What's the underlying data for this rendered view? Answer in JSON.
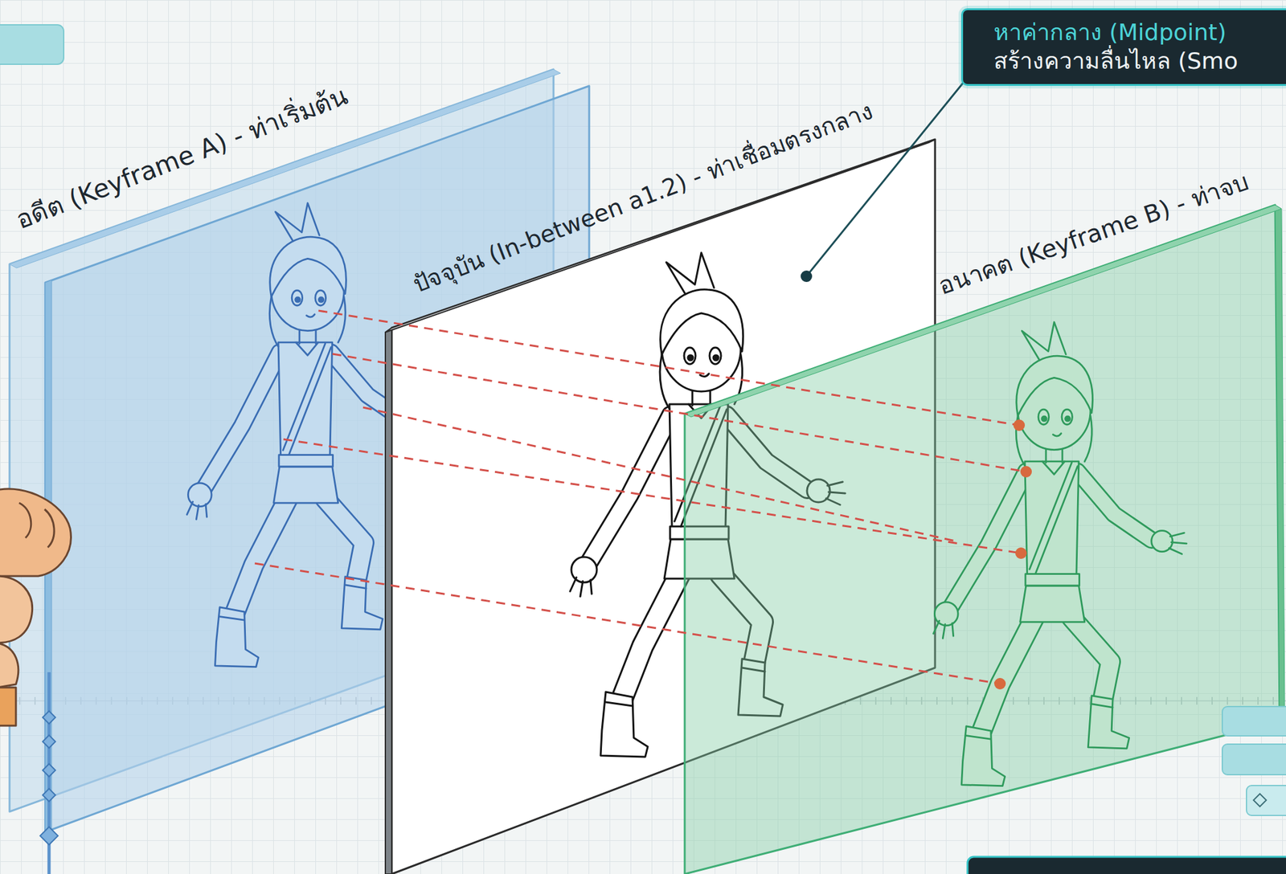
{
  "diagram": {
    "nodes": [
      {
        "text": [
          "อดีต (Keyframe A) - ท่าเริ่มต้น"
        ]
      },
      {
        "text": [
          "ปัจจุบัน (In-between a1.2) - ท่าเชื่อมตรงกลาง"
        ]
      },
      {
        "text": [
          "อนาคต (Keyframe B) - ท่าจบ"
        ]
      },
      {
        "text": [
          "หาค่ากลาง (Midpoint)",
          "สร้างความลื่นไหล (Smo"
        ]
      }
    ]
  }
}
